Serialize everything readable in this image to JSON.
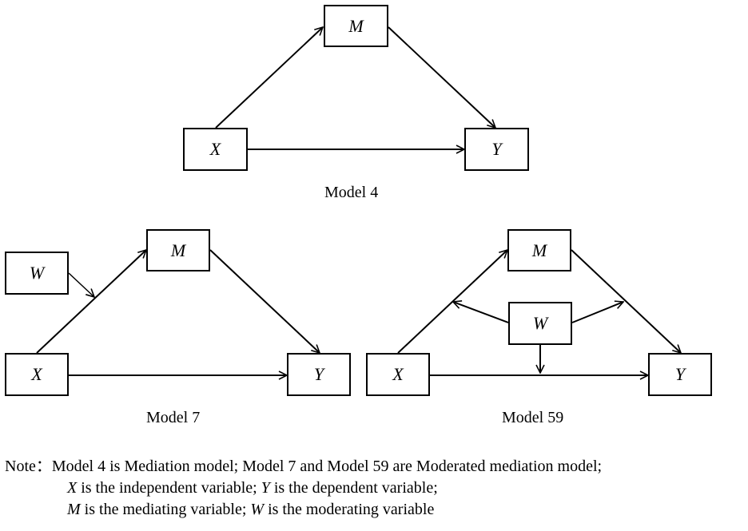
{
  "models": [
    {
      "caption": "Model 4",
      "nodes": {
        "x": "X",
        "m": "M",
        "y": "Y"
      }
    },
    {
      "caption": "Model 7",
      "nodes": {
        "w": "W",
        "x": "X",
        "m": "M",
        "y": "Y"
      }
    },
    {
      "caption": "Model 59",
      "nodes": {
        "x": "X",
        "m": "M",
        "w": "W",
        "y": "Y"
      }
    }
  ],
  "note": {
    "prefix": "Note：",
    "line1": "Model 4 is Mediation model; Model 7 and Model 59 are Moderated mediation model;",
    "line2_var_x": "X",
    "line2_text_x": " is the independent variable; ",
    "line2_var_y": "Y",
    "line2_text_y": " is the dependent variable;",
    "line3_var_m": "M",
    "line3_text_m": " is the mediating variable; ",
    "line3_var_w": "W",
    "line3_text_w": " is the moderating variable"
  },
  "colors": {
    "stroke": "#000000",
    "background": "#ffffff"
  }
}
